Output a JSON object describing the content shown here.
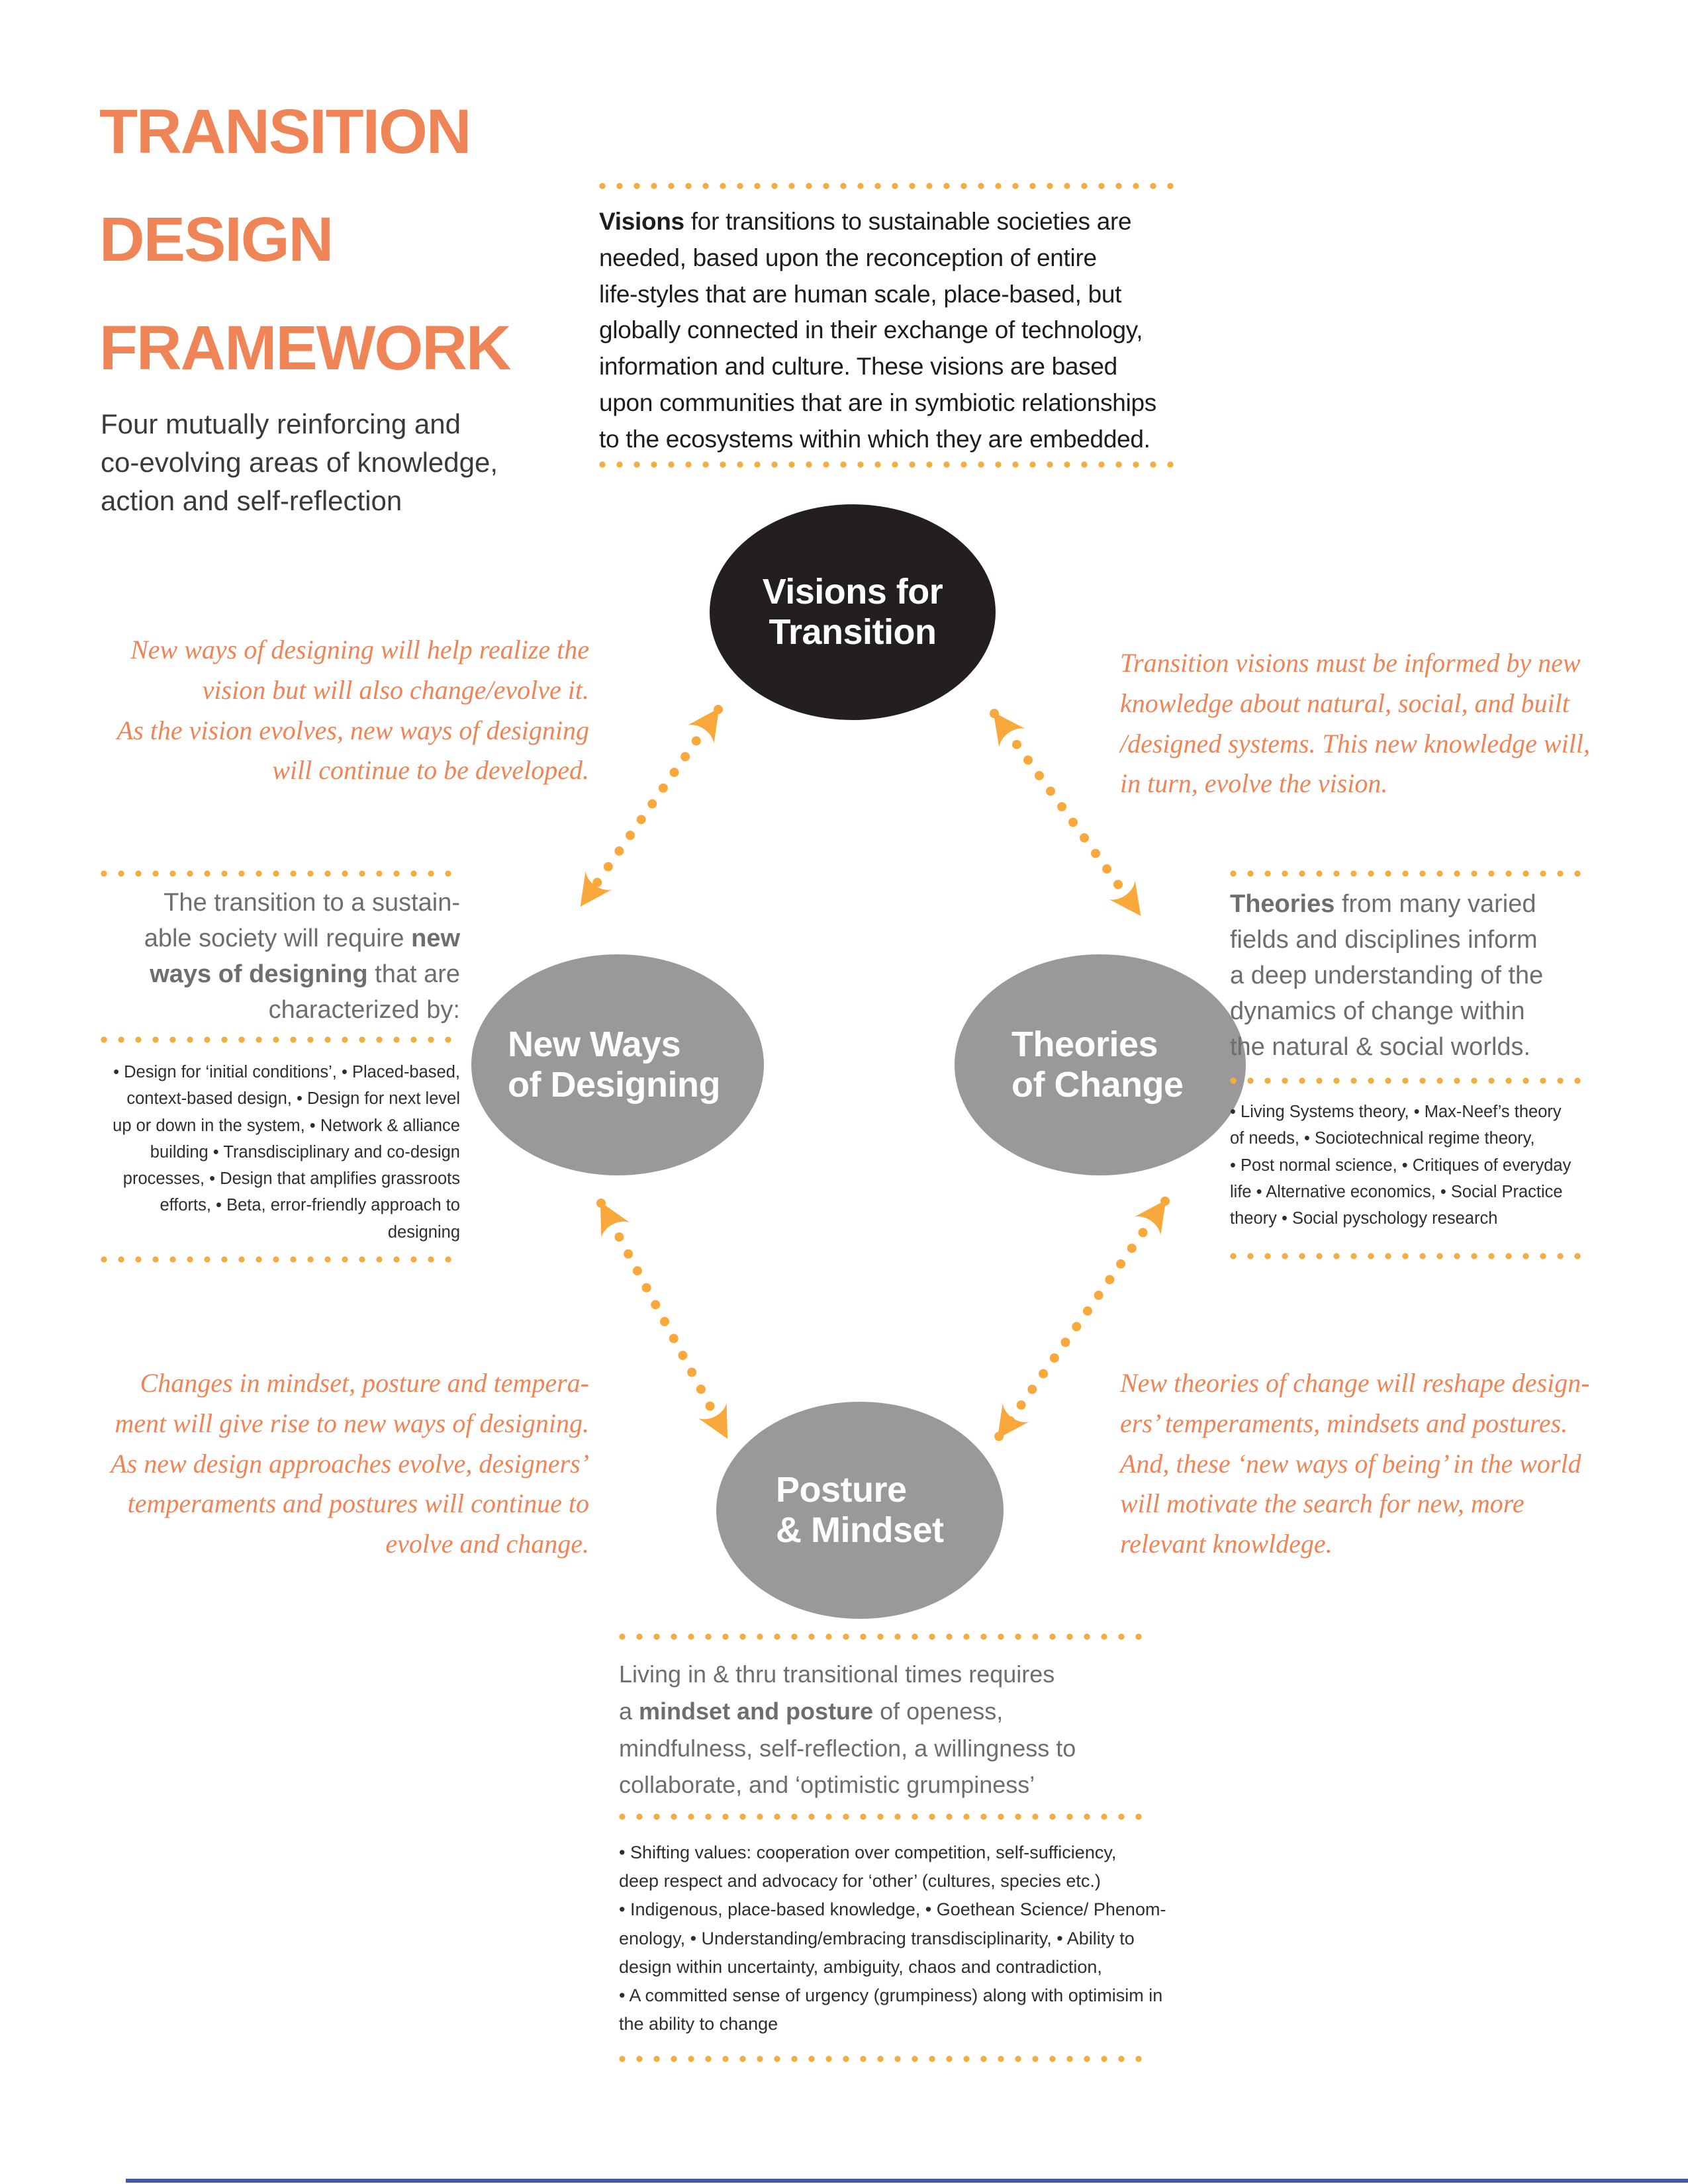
{
  "header": {
    "title": "TRANSITION\nDESIGN\nFRAMEWORK",
    "subtitle": "Four mutually reinforcing and\nco-evolving areas of knowledge,\naction and self-reflection"
  },
  "intro": {
    "lead": "Visions",
    "rest": " for transitions to sustainable societies are\nneeded, based upon the reconception of entire\nlife-styles that are human scale, place-based, but\nglobally connected in their exchange of technology,\ninformation and culture. These visions are based\nupon communities that are in symbiotic relationships\nto the ecosystems within which they are embedded."
  },
  "nodes": {
    "visions": {
      "label": "Visions for\nTransition"
    },
    "new_ways": {
      "label": "New Ways\nof Designing"
    },
    "theories": {
      "label": "Theories\nof Change"
    },
    "posture": {
      "label": "Posture\n& Mindset"
    }
  },
  "annotations": {
    "top_left": {
      "text": "New ways of designing will help realize the\nvision but will also change/evolve it.\nAs the vision evolves, new ways of designing\nwill continue to be developed."
    },
    "top_right": {
      "text": "Transition visions must be informed by new\nknowledge about natural, social, and built\n/designed systems. This new knowledge will,\nin turn, evolve the vision."
    },
    "bottom_left": {
      "text": "Changes in mindset, posture and tempera-\nment will give rise to new ways of designing.\nAs new design approaches evolve, designers’\ntemperaments and postures will continue to\nevolve and change."
    },
    "bottom_right": {
      "text": "New theories of change will reshape design-\ners’ temperaments, mindsets and postures.\nAnd, these ‘new ways of being’ in the world\nwill motivate the search for new, more\nrelevant knowldege."
    }
  },
  "left_panel": {
    "heading_pre": "The transition to a sustain-\nable society will require ",
    "heading_bold": "new\nways of designing",
    "heading_post": " that are\ncharacterized by:",
    "bullets": "• Design for ‘initial conditions’, • Placed-based,\ncontext-based design, • Design for next level\nup or down in the system, • Network & alliance\nbuilding • Transdisciplinary and co-design\nprocesses, • Design that amplifies grassroots\nefforts, • Beta, error-friendly approach to\ndesigning"
  },
  "right_panel": {
    "heading_bold": "Theories",
    "heading_rest": " from many varied\nfields and disciplines inform\na deep understanding of the\ndynamics of change within\nthe natural & social worlds.",
    "bullets": "• Living Systems theory, • Max-Neef’s theory\nof needs, • Sociotechnical regime theory,\n• Post normal science, • Critiques of everyday\nlife • Alternative economics, • Social Practice\ntheory • Social pyschology research"
  },
  "bottom_panel": {
    "heading_pre": "Living in & thru transitional times requires\na ",
    "heading_bold": "mindset and posture",
    "heading_post": " of openess,\nmindfulness, self-reflection, a willingness to\ncollaborate, and ‘optimistic grumpiness’",
    "bullets": "• Shifting values: cooperation over competition, self-sufficiency,\ndeep respect and advocacy for ‘other’ (cultures, species etc.)\n• Indigenous, place-based knowledge, • Goethean Science/ Phenom-\nenology, • Understanding/embracing transdisciplinarity, • Ability to\ndesign within uncertainty, ambiguity, chaos and contradiction,\n• A committed sense of urgency (grumpiness) along with optimisim in\nthe ability to change"
  },
  "colors": {
    "orange": "#EF8456",
    "gold_dots": "#F3AE43",
    "arrow": "#F9A93C",
    "dark_ellipse": "#231F20",
    "gray_ellipse": "#9A9899",
    "gray_text": "#6D6E71",
    "blue_bar": "#4159A8"
  }
}
